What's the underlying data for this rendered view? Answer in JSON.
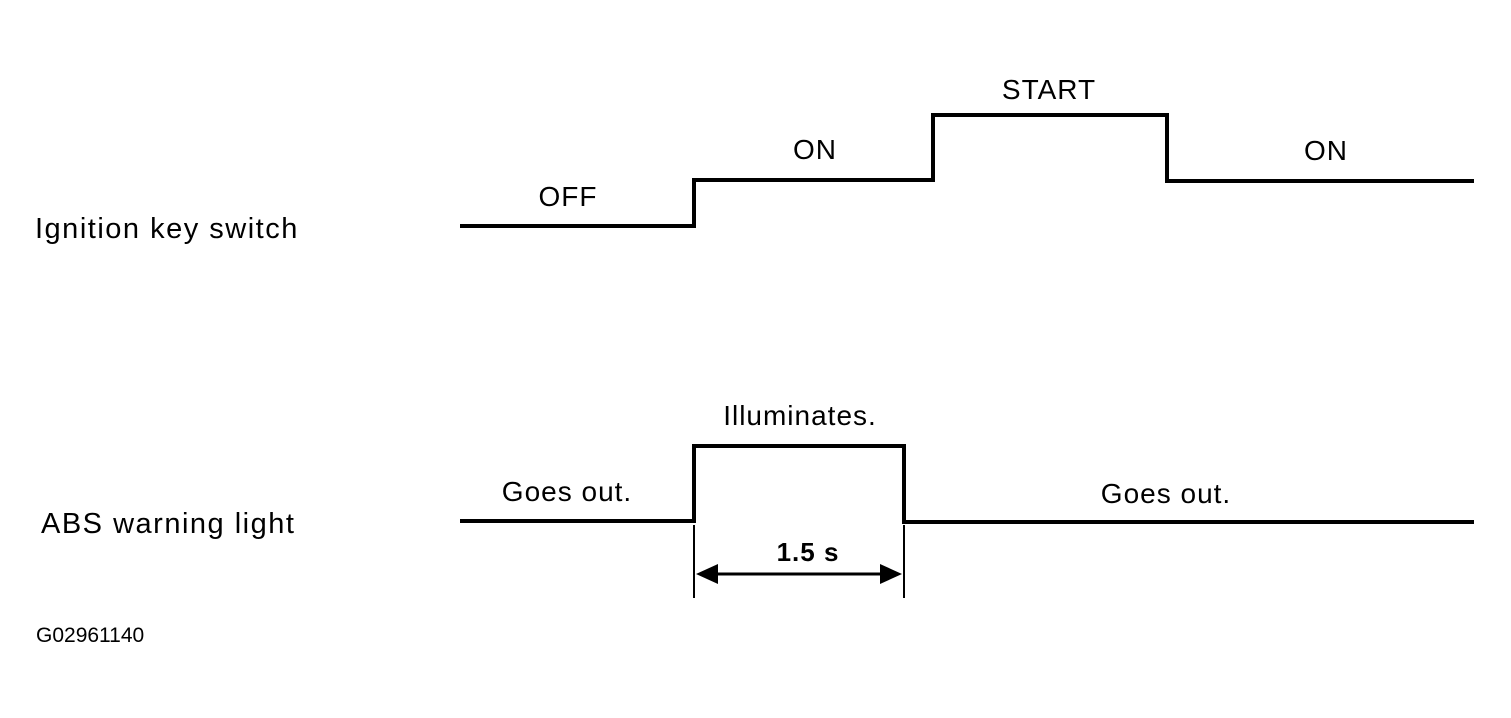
{
  "rows": {
    "ignition": {
      "label": "Ignition key switch",
      "states": [
        "OFF",
        "ON",
        "START",
        "ON"
      ]
    },
    "abs": {
      "label": "ABS warning light",
      "states": [
        "Goes out.",
        "Illuminates.",
        "Goes out."
      ]
    }
  },
  "duration_label": "1.5 s",
  "figure_id": "G02961140"
}
